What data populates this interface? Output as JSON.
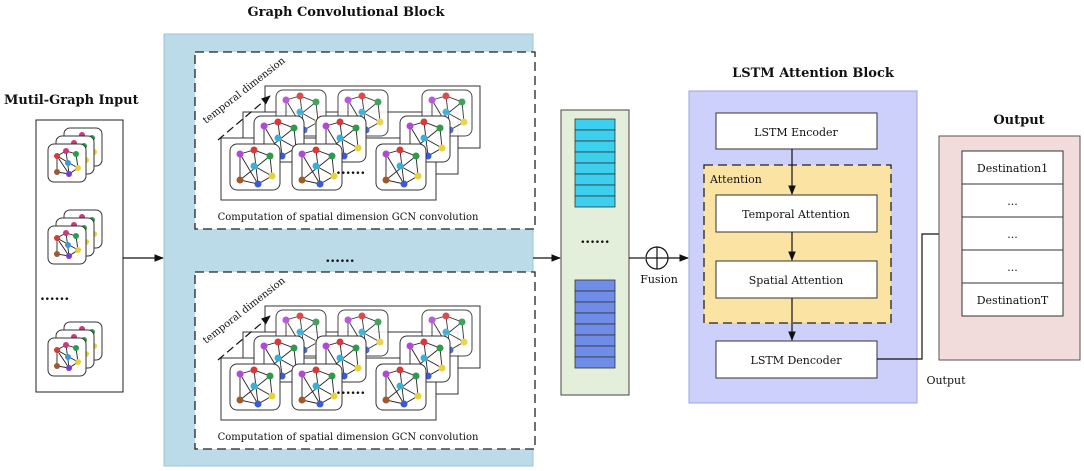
{
  "titles": {
    "input": "Mutil-Graph Input",
    "gcn": "Graph Convolutional Block",
    "lstm": "LSTM Attention Block",
    "output": "Output"
  },
  "gcn": {
    "temporal_label": "temporal dimension",
    "computation_label": "Computation of spatial dimension GCN convolution",
    "ellipsis_between": "......",
    "ellipsis_in_row": "......"
  },
  "input": {
    "ellipsis": "......"
  },
  "fusion_column": {
    "ellipsis": "......",
    "fusion_label": "Fusion"
  },
  "lstm": {
    "encoder": "LSTM Encoder",
    "attention_label": "Attention",
    "temporal_attention": "Temporal Attention",
    "spatial_attention": "Spatial Attention",
    "decoder": "LSTM Dencoder"
  },
  "output": {
    "items": [
      "Destination1",
      "...",
      "...",
      "...",
      "DestinationT"
    ],
    "arrow_label": "Output"
  },
  "colors": {
    "gcn_bg": "#bcdbe8",
    "fusion_bg": "#e4efdb",
    "lstm_bg": "#cdd0fa",
    "attention_bg": "#fbe3a4",
    "output_bg": "#f2dbdb",
    "cyan_cell": "#3dcfee",
    "blue_cell": "#6f8ce6"
  }
}
